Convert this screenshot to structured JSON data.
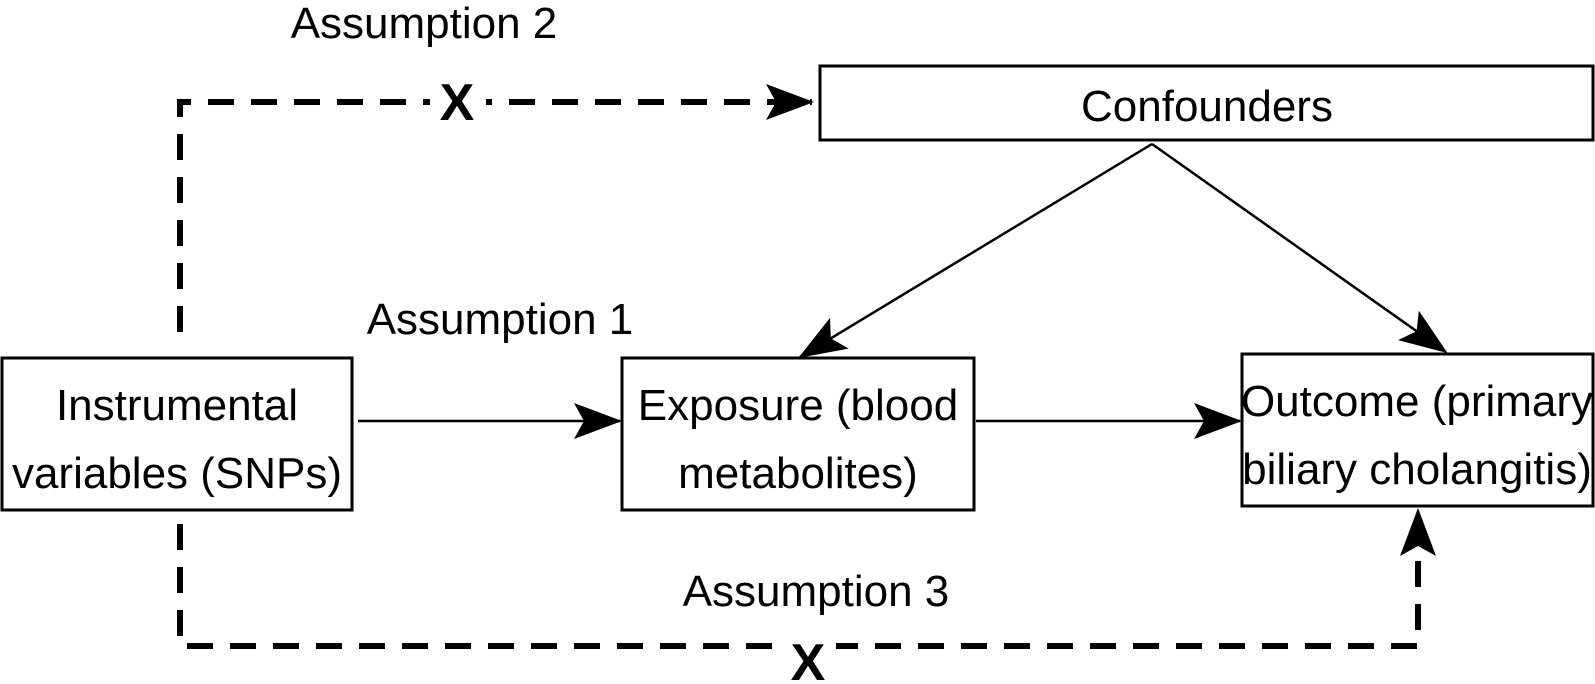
{
  "nodes": {
    "confounders": "Confounders",
    "instrument": {
      "line1": "Instrumental",
      "line2": "variables (SNPs)"
    },
    "exposure": {
      "line1": "Exposure (blood",
      "line2": "metabolites)"
    },
    "outcome": {
      "line1": "Outcome (primary",
      "line2": "biliary cholangitis)"
    }
  },
  "assumptions": {
    "a1": "Assumption 1",
    "a2": "Assumption 2",
    "a3": "Assumption 3"
  },
  "markers": {
    "violated": "X"
  }
}
